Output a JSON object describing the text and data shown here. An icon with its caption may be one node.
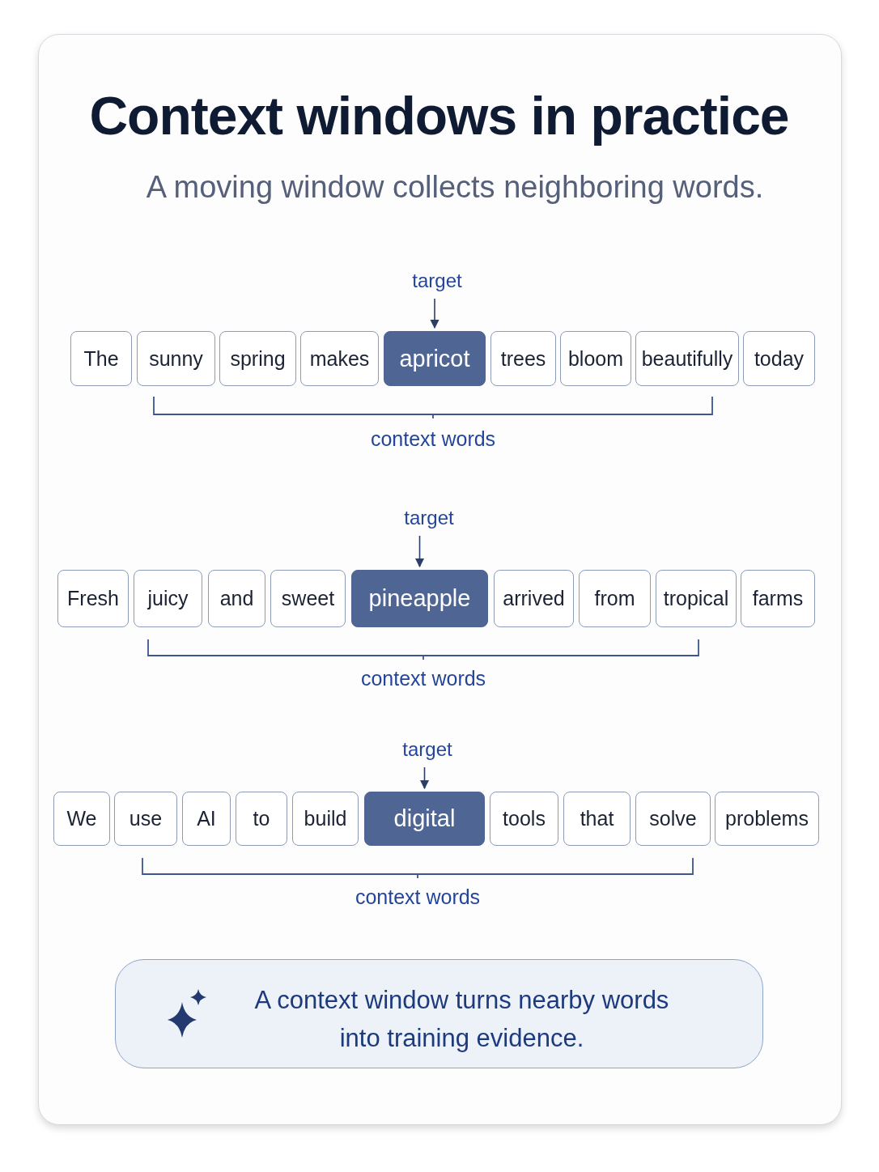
{
  "diagram": {
    "title": "Context windows in practice",
    "nodes": [
      {
        "text": [
          "target"
        ]
      },
      {
        "text": [
          "The"
        ]
      },
      {
        "text": [
          "sunny"
        ]
      },
      {
        "text": [
          "spring"
        ]
      },
      {
        "text": [
          "makes"
        ]
      },
      {
        "text": [
          "apricot"
        ]
      },
      {
        "text": [
          "trees"
        ]
      },
      {
        "text": [
          "bloom"
        ]
      },
      {
        "text": [
          "beautifully"
        ]
      },
      {
        "text": [
          "today"
        ]
      },
      {
        "text": [
          "target"
        ]
      },
      {
        "text": [
          "Fresh"
        ]
      },
      {
        "text": [
          "juicy"
        ]
      },
      {
        "text": [
          "and"
        ]
      },
      {
        "text": [
          "sweet"
        ]
      },
      {
        "text": [
          "pineapple"
        ]
      },
      {
        "text": [
          "arrived"
        ]
      },
      {
        "text": [
          "from"
        ]
      },
      {
        "text": [
          "tropical"
        ]
      },
      {
        "text": [
          "farms"
        ]
      },
      {
        "text": [
          "target"
        ]
      },
      {
        "text": [
          "We"
        ]
      },
      {
        "text": [
          "use"
        ]
      },
      {
        "text": [
          "AI"
        ]
      },
      {
        "text": [
          "to"
        ]
      },
      {
        "text": [
          "build"
        ]
      },
      {
        "text": [
          "digital"
        ]
      },
      {
        "text": [
          "tools"
        ]
      },
      {
        "text": [
          "that"
        ]
      },
      {
        "text": [
          "solve"
        ]
      },
      {
        "text": [
          "problems"
        ]
      },
      {
        "text": [
          "A context window turns nearby words into training evidence."
        ]
      }
    ],
    "edges": [
      {
        "from": 0,
        "to": 5,
        "arrow": "to"
      },
      {
        "from": 10,
        "to": 15,
        "arrow": "to"
      },
      {
        "from": 20,
        "to": 26,
        "arrow": "to"
      }
    ],
    "labels": [
      "A moving window collects neighboring words.",
      "context words",
      "context words",
      "context words"
    ]
  }
}
